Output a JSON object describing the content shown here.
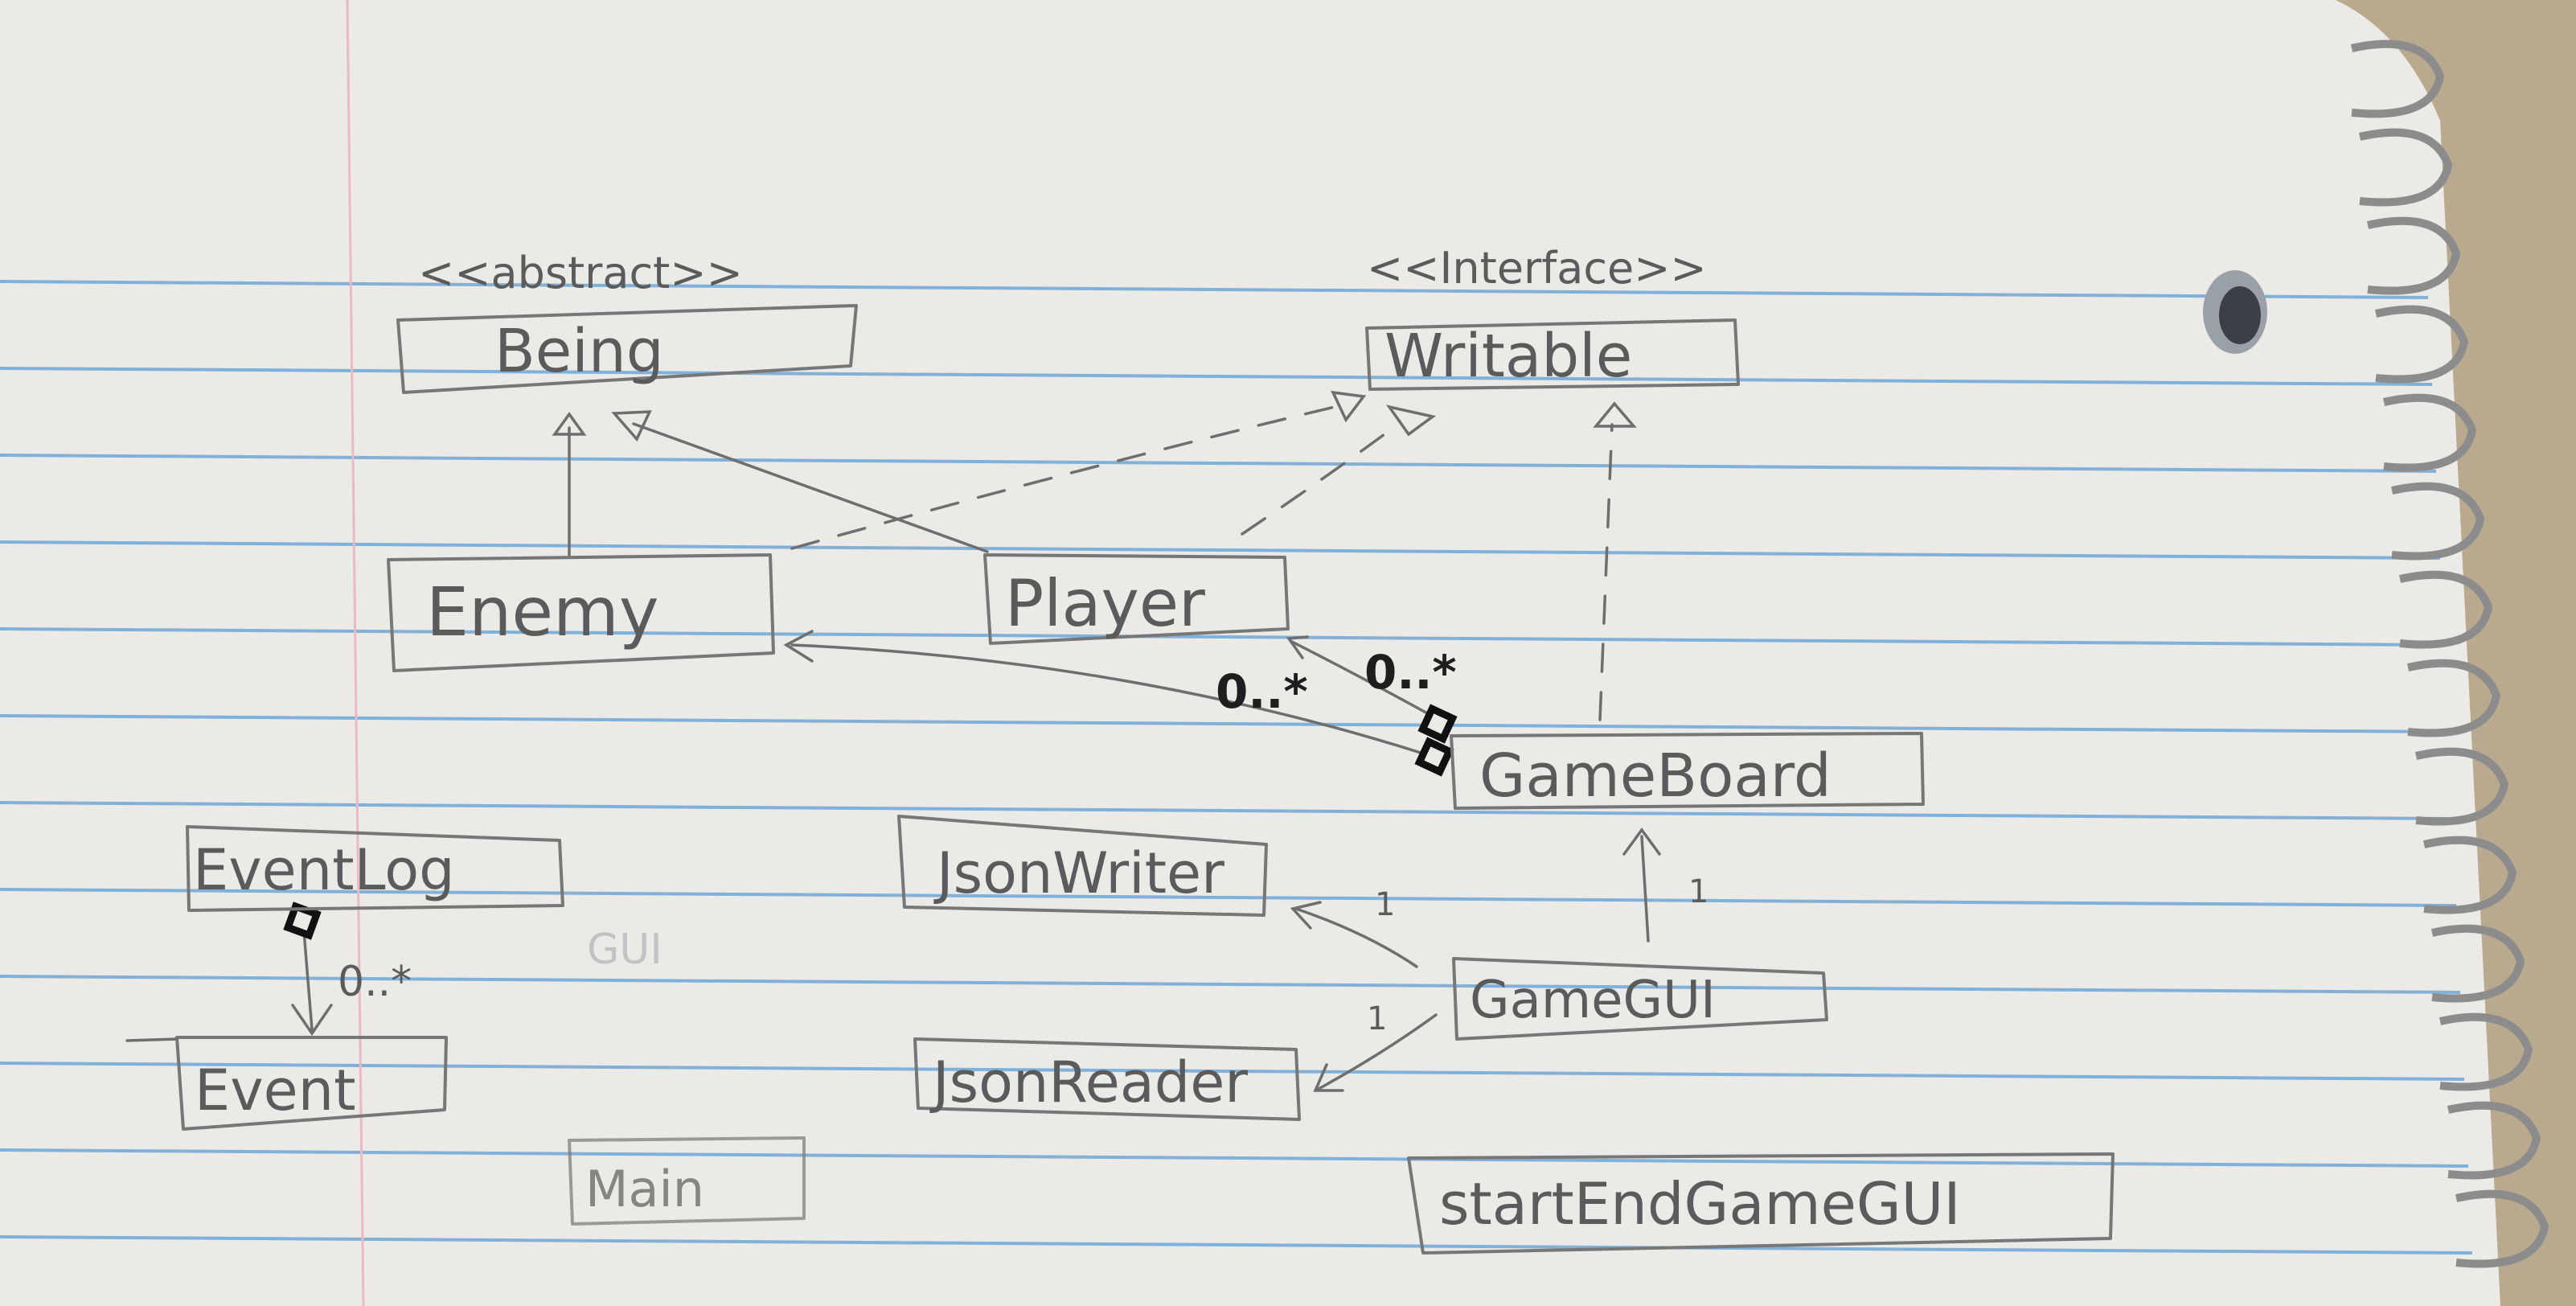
{
  "diagram": {
    "classes": [
      {
        "id": "being",
        "stereotype": "<<abstract>>",
        "name": "Being"
      },
      {
        "id": "writable",
        "stereotype": "<<Interface>>",
        "name": "Writable"
      },
      {
        "id": "enemy",
        "name": "Enemy"
      },
      {
        "id": "player",
        "name": "Player"
      },
      {
        "id": "gameboard",
        "name": "GameBoard"
      },
      {
        "id": "eventlog",
        "name": "EventLog"
      },
      {
        "id": "event",
        "name": "Event"
      },
      {
        "id": "jsonwriter",
        "name": "JsonWriter"
      },
      {
        "id": "jsonreader",
        "name": "JsonReader"
      },
      {
        "id": "gamegui",
        "name": "GameGUI"
      },
      {
        "id": "main",
        "name": "Main"
      },
      {
        "id": "startendgamegui",
        "name": "startEndGameGUI"
      }
    ],
    "relations": [
      {
        "from": "enemy",
        "to": "being",
        "kind": "generalization"
      },
      {
        "from": "player",
        "to": "being",
        "kind": "generalization"
      },
      {
        "from": "enemy",
        "to": "writable",
        "kind": "realization"
      },
      {
        "from": "player",
        "to": "writable",
        "kind": "realization"
      },
      {
        "from": "gameboard",
        "to": "writable",
        "kind": "realization"
      },
      {
        "from": "gameboard",
        "to": "enemy",
        "kind": "aggregation",
        "multiplicity": "0..*"
      },
      {
        "from": "gameboard",
        "to": "player",
        "kind": "aggregation",
        "multiplicity": "0..*"
      },
      {
        "from": "eventlog",
        "to": "event",
        "kind": "aggregation",
        "multiplicity": "0..*"
      },
      {
        "from": "gamegui",
        "to": "gameboard",
        "kind": "association",
        "multiplicity": "1"
      },
      {
        "from": "gamegui",
        "to": "jsonwriter",
        "kind": "association",
        "multiplicity": "1"
      },
      {
        "from": "gamegui",
        "to": "jsonreader",
        "kind": "association",
        "multiplicity": "1"
      }
    ],
    "faint_marks": [
      "GUI"
    ],
    "colors": {
      "paper": "#eceae7",
      "rule": "#6fa7d6",
      "margin": "#e9b9c4",
      "pencil": "#6e6e6e",
      "ink": "#1e1e1e",
      "desk": "#b9a98e"
    }
  }
}
